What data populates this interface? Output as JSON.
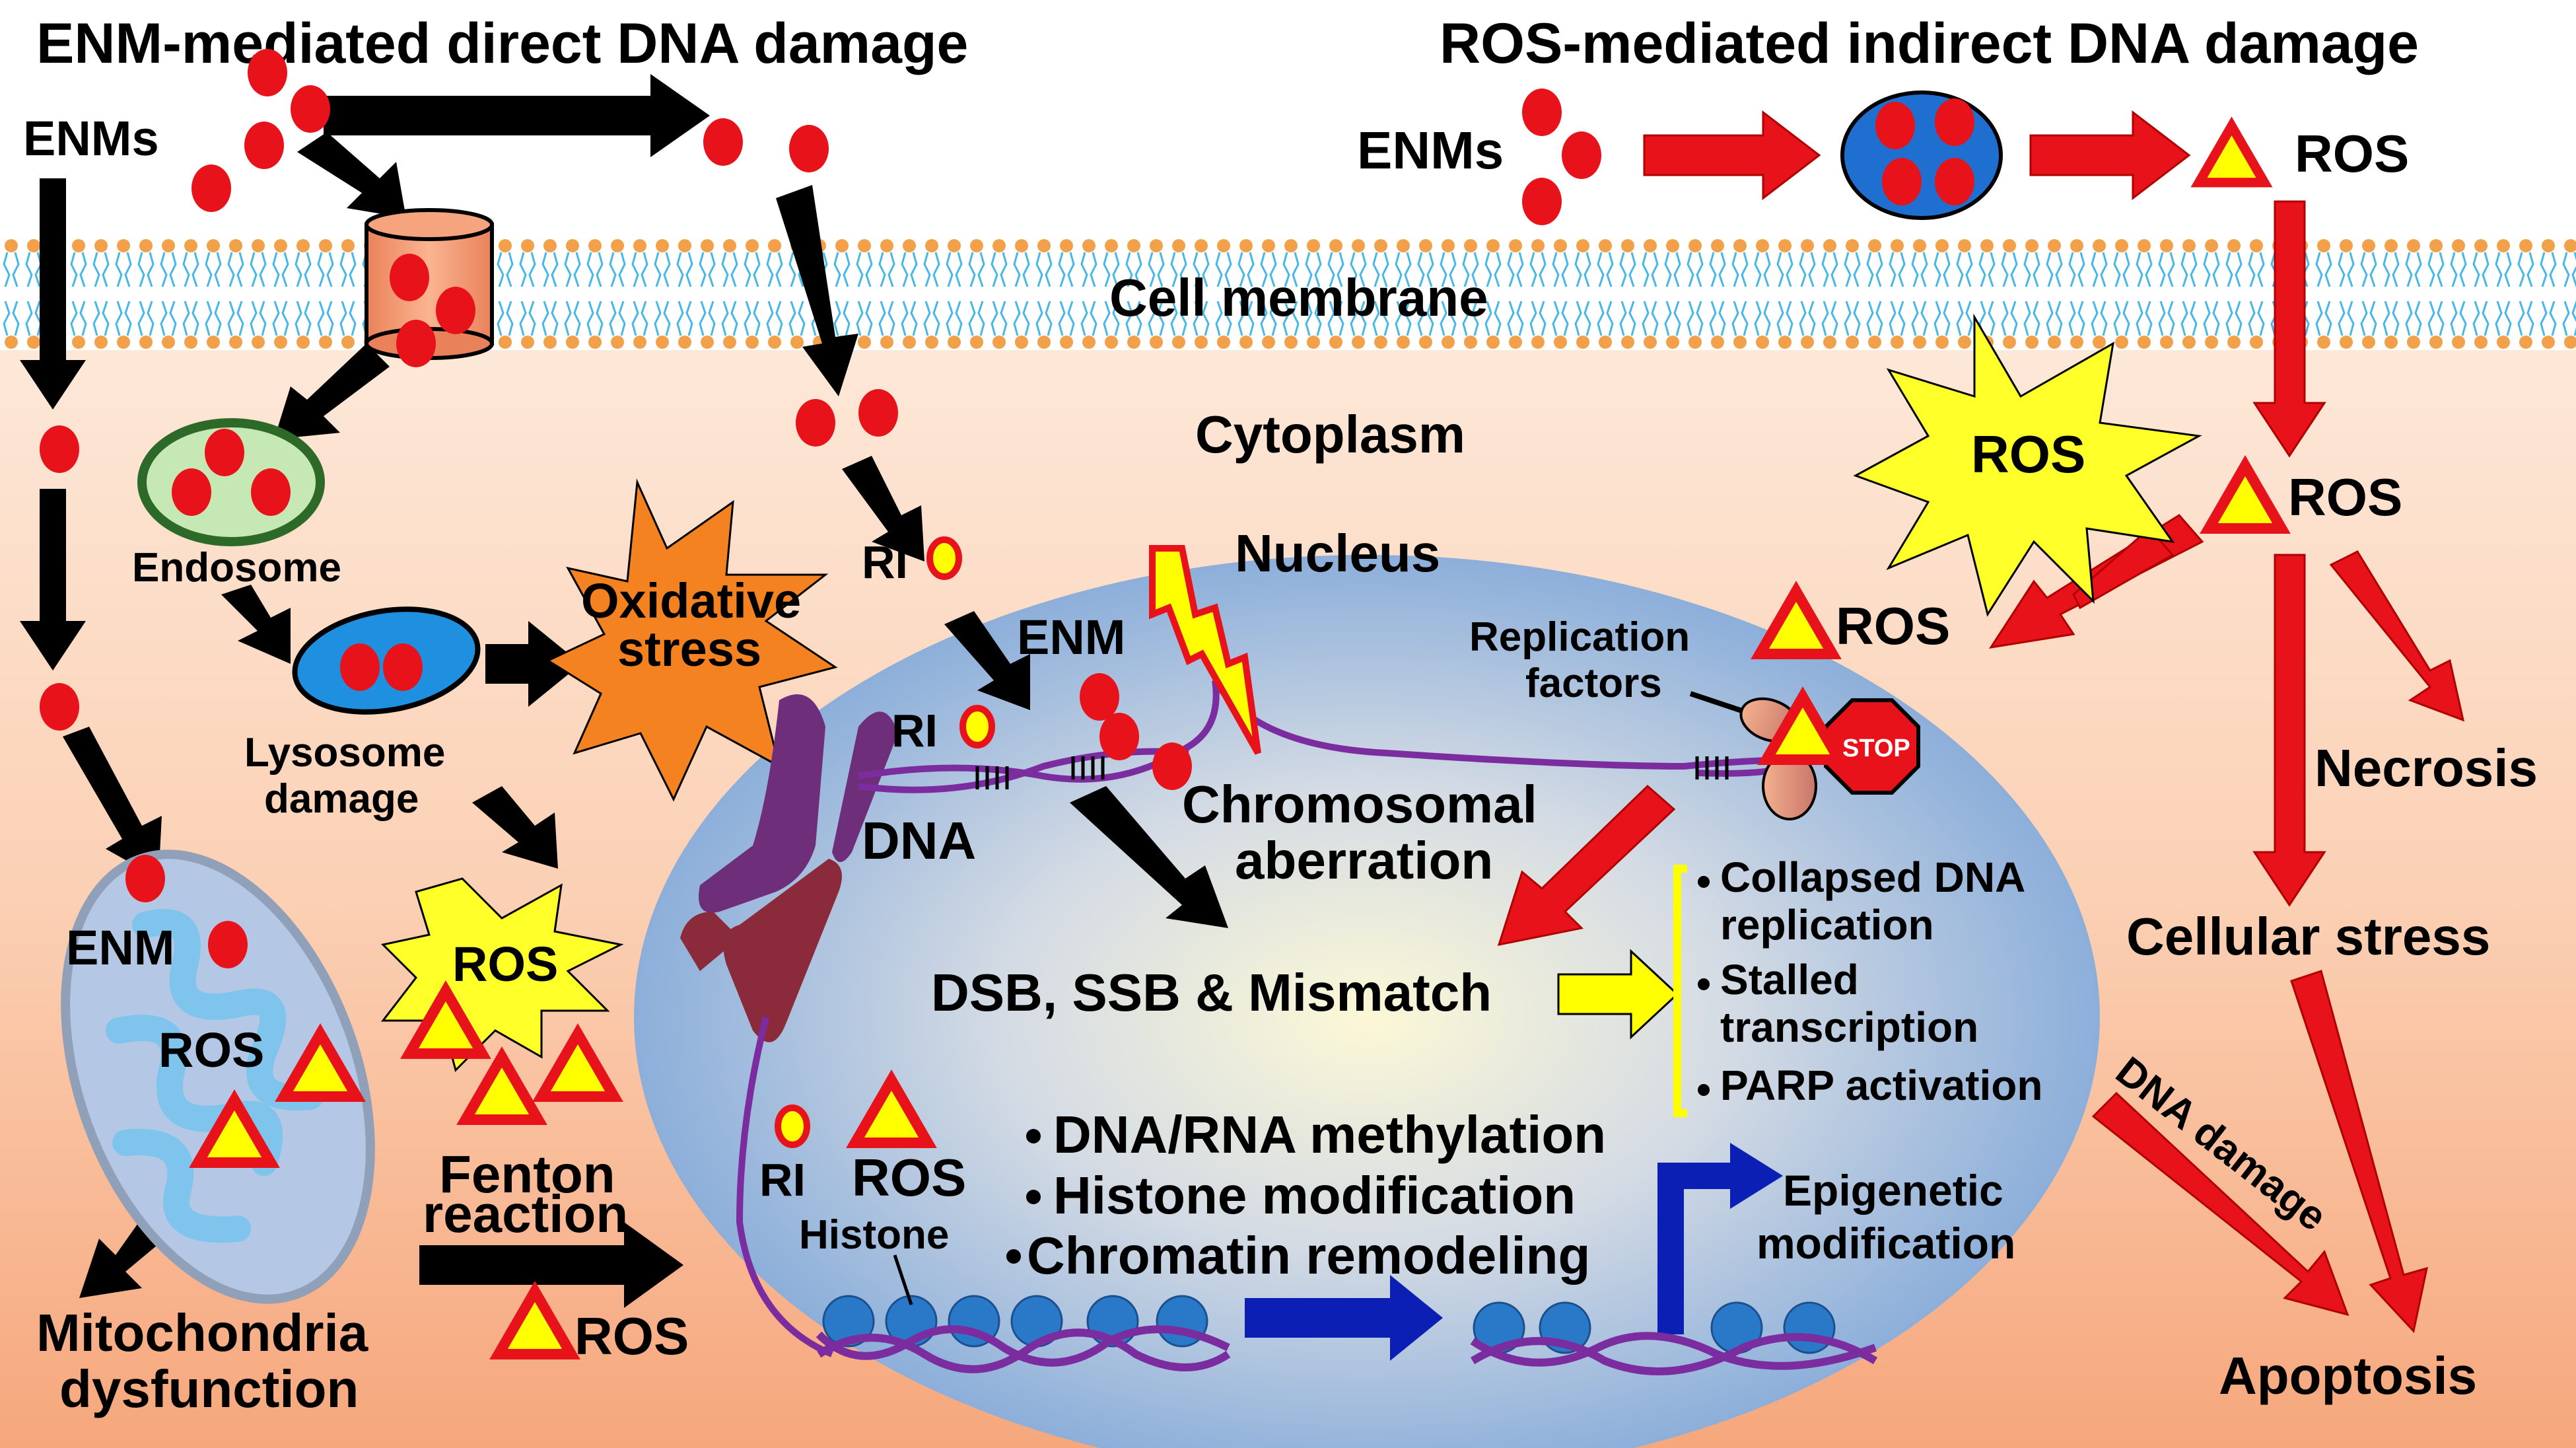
{
  "titles": {
    "left": "ENM-mediated direct DNA damage",
    "right": "ROS-mediated indirect DNA damage"
  },
  "labels": {
    "enms_left": "ENMs",
    "enms_right": "ENMs",
    "ros_top": "ROS",
    "cell_membrane": "Cell membrane",
    "cytoplasm": "Cytoplasm",
    "nucleus": "Nucleus",
    "endosome": "Endosome",
    "lysosome_1": "Lysosome",
    "lysosome_2": "damage",
    "oxidative_1": "Oxidative",
    "oxidative_2": "stress",
    "ros_starburst_right": "ROS",
    "ros_right_mid": "ROS",
    "ros_near_nucleus": "ROS",
    "necrosis": "Necrosis",
    "cellular_stress": "Cellular stress",
    "apoptosis": "Apoptosis",
    "dna_damage_diag": "DNA damage",
    "ri_1": "RI",
    "ri_2": "RI",
    "ri_3": "RI",
    "enm_nucleus": "ENM",
    "dna": "DNA",
    "chromosomal_1": "Chromosomal",
    "chromosomal_2": "aberration",
    "replication_1": "Replication",
    "replication_2": "factors",
    "stop": "STOP",
    "dsb": "DSB, SSB & Mismatch",
    "ros_starburst_left": "ROS",
    "fenton_1": "Fenton",
    "fenton_2": "reaction",
    "enm_mito": "ENM",
    "ros_mito": "ROS",
    "mito_1": "Mitochondria",
    "mito_2": "dysfunction",
    "ros_bottom": "ROS",
    "ros_nucleus_bottom": "ROS",
    "histone": "Histone",
    "epigenetic_1": "Epigenetic",
    "epigenetic_2": "modification"
  },
  "consequences": [
    {
      "line1": "Collapsed DNA",
      "line2": "replication"
    },
    {
      "line1": "Stalled",
      "line2": "transcription"
    },
    {
      "line1": "PARP activation",
      "line2": ""
    }
  ],
  "epigenetic_list": [
    "DNA/RNA methylation",
    "Histone modification",
    "Chromatin remodeling"
  ],
  "colors": {
    "nanoparticle": "#e8131a",
    "ros_triangle_fill": "#ffff00",
    "ros_triangle_stroke": "#e8131a",
    "red_arrow": "#e8131a",
    "black_arrow": "#000000",
    "blue_arrow": "#0b1fb5",
    "yellow_arrow": "#ffff00",
    "membrane_heads": "#f3a04a",
    "membrane_tails": "#46b7e6",
    "nucleus": "#9ab4dc",
    "nucleus_center": "#fbf6d2",
    "cytoplasm": "#f7b58e",
    "starburst_yellow": "#ffff2a",
    "starburst_orange": "#f58220",
    "dna_strand": "#7b2c9e",
    "chromosome": "#8b2a3a",
    "histone": "#2a78c8"
  },
  "icons": [
    "nanoparticle-icon",
    "ros-triangle-icon",
    "endosome-icon",
    "lysosome-icon",
    "mitochondria-icon",
    "chromosome-icon",
    "lightning-icon",
    "stop-sign-icon",
    "starburst-icon",
    "histone-icon",
    "dna-icon"
  ]
}
